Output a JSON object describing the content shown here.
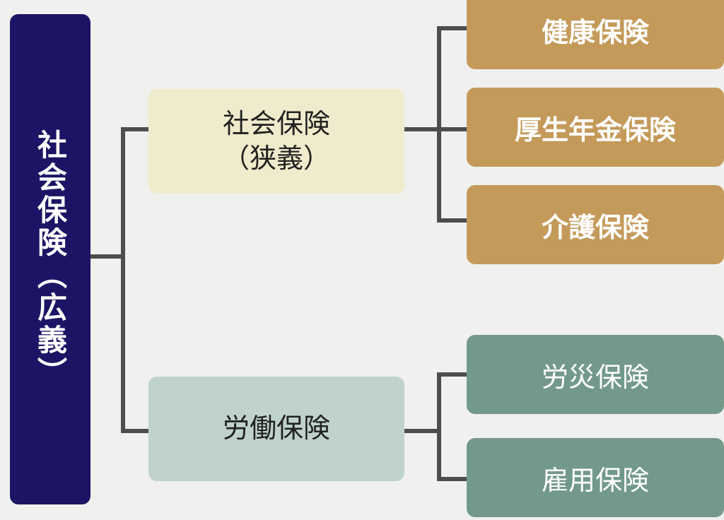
{
  "root": {
    "label": "社会保険（広義）"
  },
  "branches": [
    {
      "label_line1": "社会保険",
      "label_line2": "（狭義）",
      "children": [
        "健康保険",
        "厚生年金保険",
        "介護保険"
      ]
    },
    {
      "label_line1": "労働保険",
      "children": [
        "労災保険",
        "雇用保険"
      ]
    }
  ],
  "colors": {
    "root": "#1c1464",
    "narrow": "#f0ebcc",
    "labor": "#bfd3cc",
    "narrow_leaf": "#c49a5a",
    "labor_leaf": "#73998a",
    "line": "#4d4d4d"
  }
}
